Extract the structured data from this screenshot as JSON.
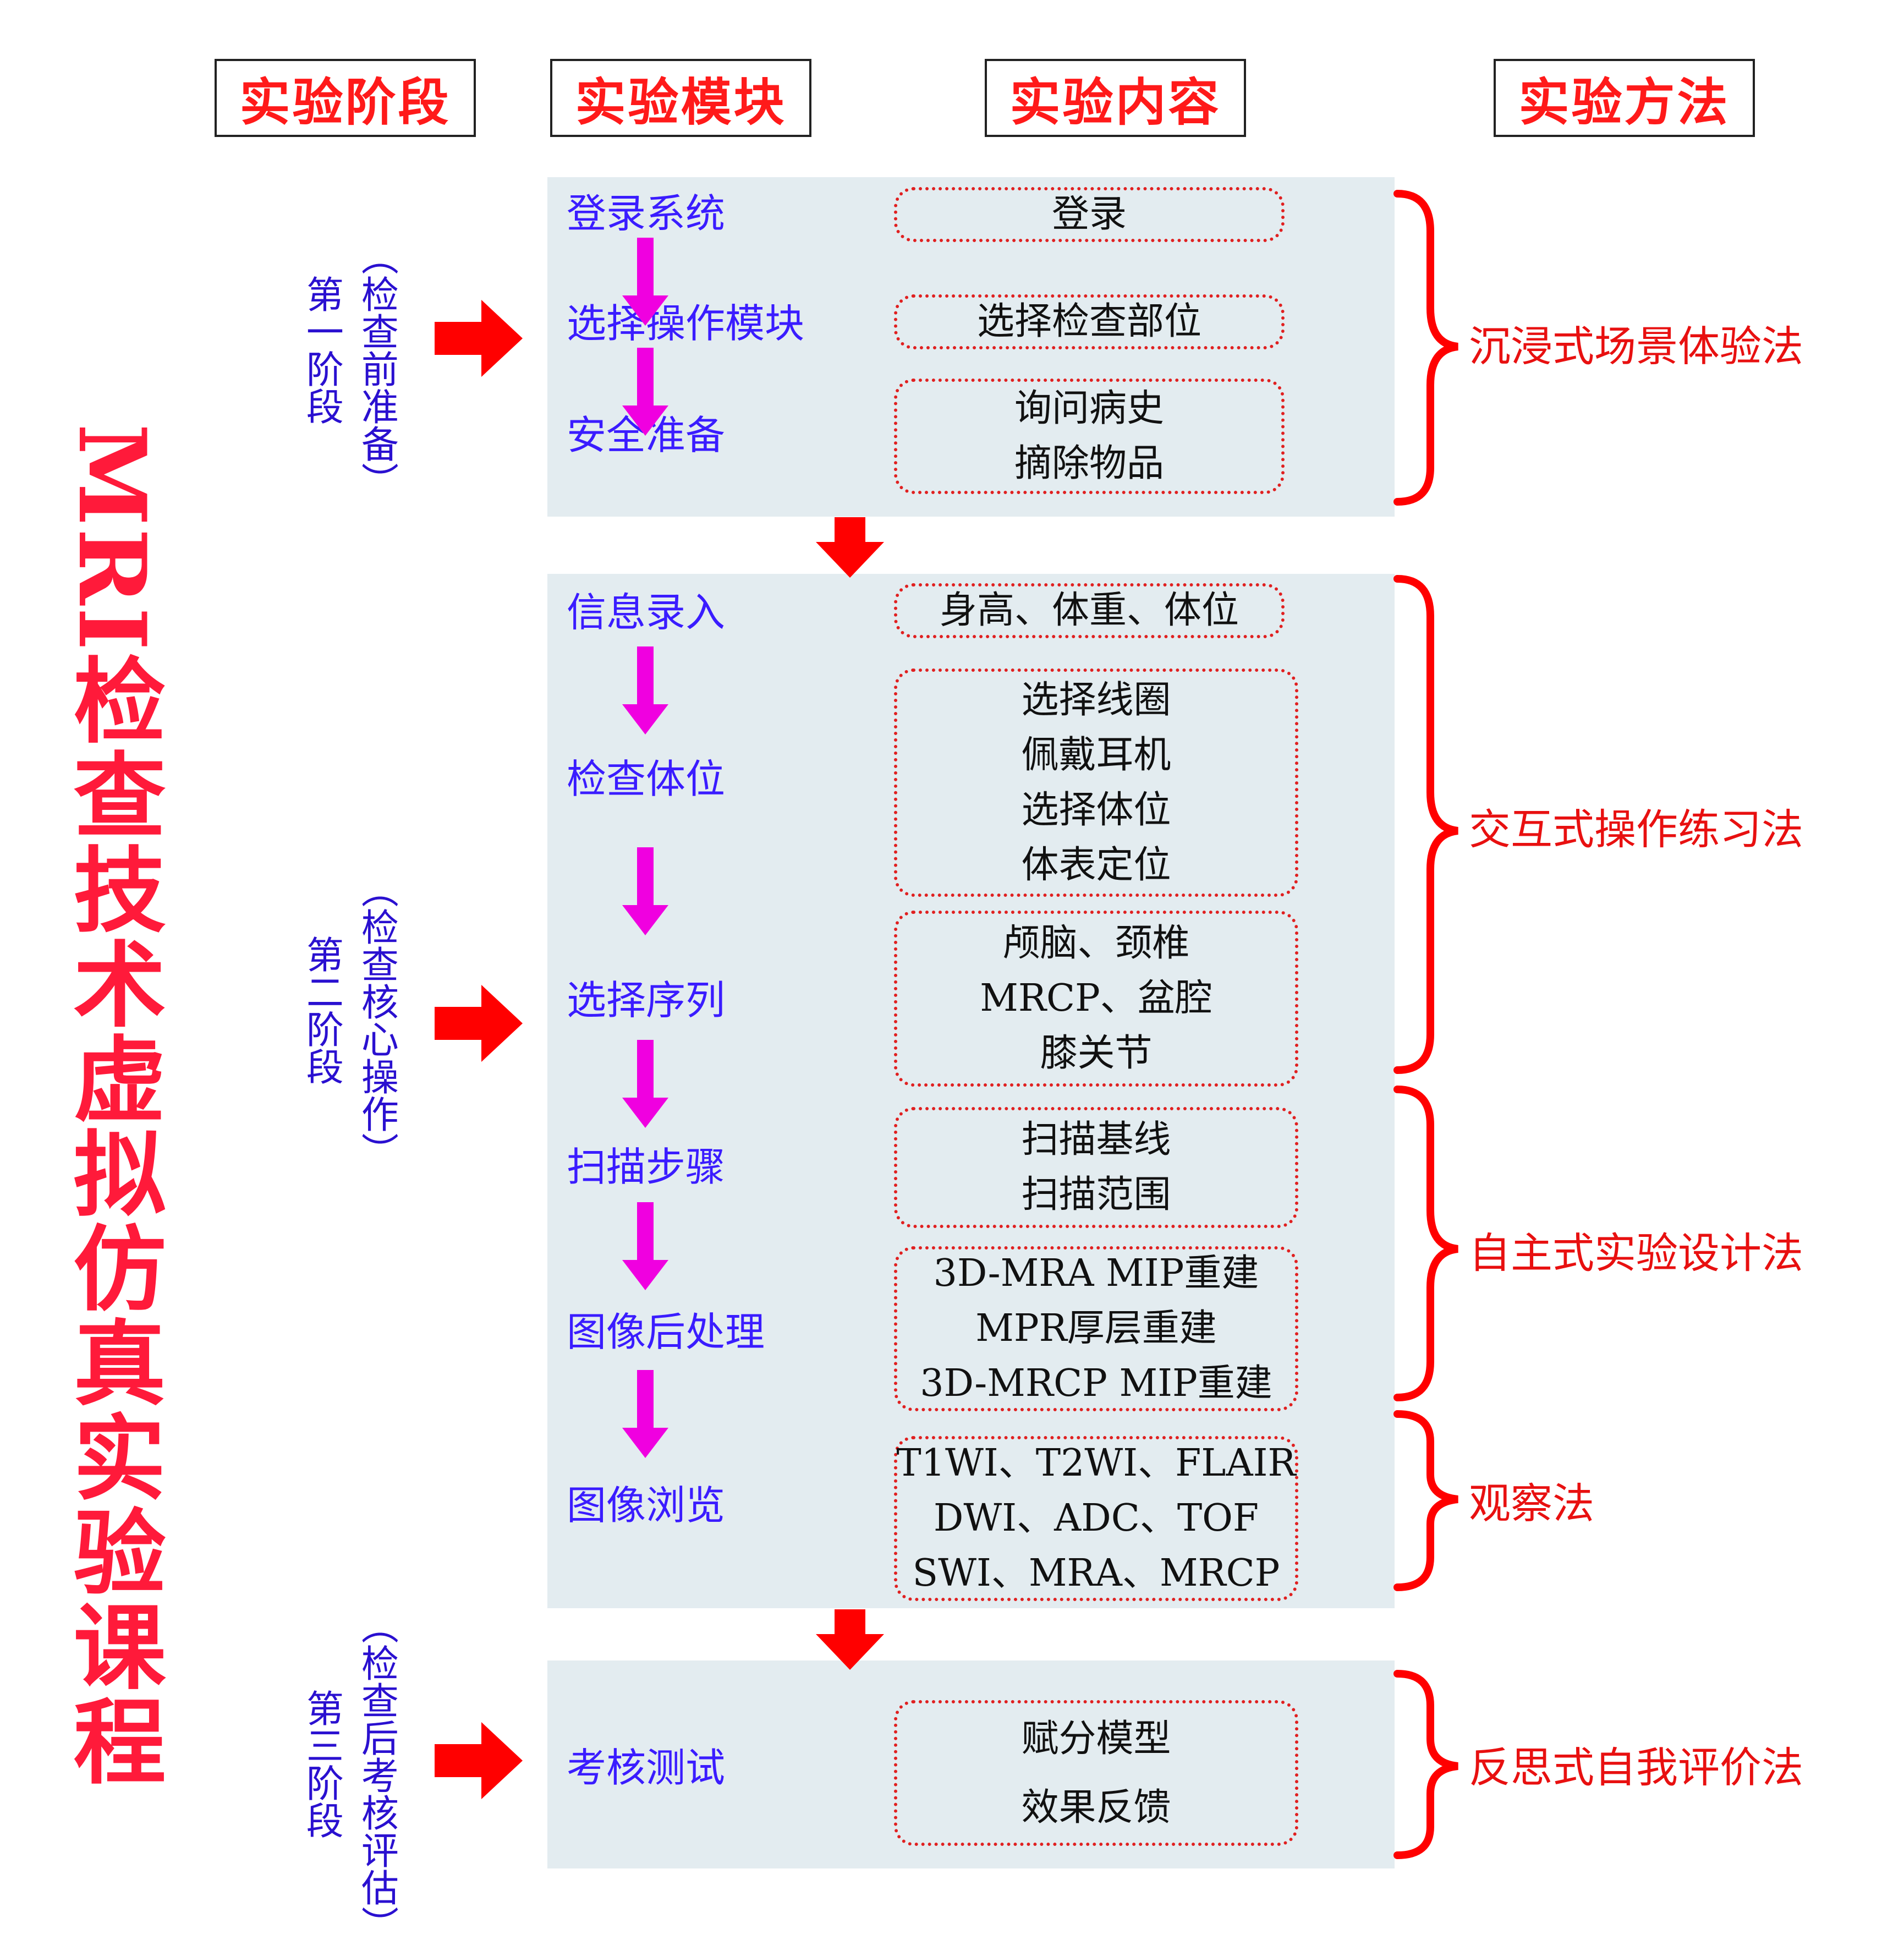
{
  "title": "MRI检查技术虚拟仿真实验课程",
  "headers": {
    "stage": "实验阶段",
    "module": "实验模块",
    "content": "实验内容",
    "method": "实验方法"
  },
  "stages": [
    {
      "name": "第一阶段",
      "sub": "（检查前准备）"
    },
    {
      "name": "第二阶段",
      "sub": "（检查核心操作）"
    },
    {
      "name": "第三阶段",
      "sub": "（检查后考核评估）"
    }
  ],
  "modules": [
    "登录系统",
    "选择操作模块",
    "安全准备",
    "信息录入",
    "检查体位",
    "选择序列",
    "扫描步骤",
    "图像后处理",
    "图像浏览",
    "考核测试"
  ],
  "contents": [
    [
      "登录"
    ],
    [
      "选择检查部位"
    ],
    [
      "询问病史",
      "摘除物品"
    ],
    [
      "身高、体重、体位"
    ],
    [
      "选择线圈",
      "佩戴耳机",
      "选择体位",
      "体表定位"
    ],
    [
      "颅脑、颈椎",
      "MRCP、盆腔",
      "膝关节"
    ],
    [
      "扫描基线",
      "扫描范围"
    ],
    [
      "3D-MRA MIP重建",
      "MPR厚层重建",
      "3D-MRCP MIP重建"
    ],
    [
      "T1WI、T2WI、FLAIR",
      "DWI、ADC、TOF",
      "SWI、MRA、MRCP"
    ],
    [
      "赋分模型",
      "效果反馈"
    ]
  ],
  "methods": [
    "沉浸式场景体验法",
    "交互式操作练习法",
    "自主式实验设计法",
    "观察法",
    "反思式自我评价法"
  ],
  "colors": {
    "title": "#ff1a3a",
    "header_text": "#ff1a1a",
    "module_text": "#3a1cff",
    "stage_text": "#2a10d0",
    "method_text": "#e81010",
    "arrow_red": "#ff0000",
    "arrow_magenta": "#f000e0",
    "panel_bg": "#e3ecf0"
  }
}
